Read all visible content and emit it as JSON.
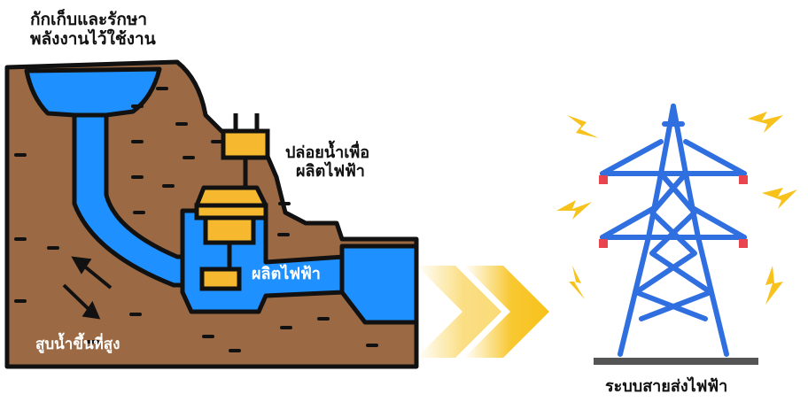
{
  "labels": {
    "storage_line1": "กักเก็บและรักษา",
    "storage_line2": "พลังงานไว้ใช้งาน",
    "release_line1": "ปล่อยน้ำเพื่อ",
    "release_line2": "ผลิตไฟฟ้า",
    "generate": "ผลิตไฟฟ้า",
    "pump_up": "สูบน้ำขึ้นที่สูง",
    "grid": "ระบบสายส่งไฟฟ้า"
  },
  "colors": {
    "earth": "#9b6a45",
    "outline": "#111111",
    "water": "#1e90ff",
    "turbine": "#f5b82e",
    "arrow": "#f7c21b",
    "tower": "#2f6fe0",
    "insulator": "#e8454f",
    "spark": "#f7c21b",
    "ground": "#555555"
  }
}
